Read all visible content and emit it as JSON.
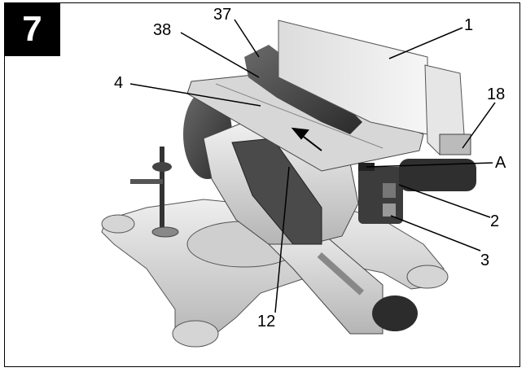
{
  "figure": {
    "number": "7"
  },
  "callouts": {
    "c37": "37",
    "c38": "38",
    "c1": "1",
    "c18": "18",
    "c4": "4",
    "cA": "A",
    "c2": "2",
    "c3": "3",
    "c12": "12"
  }
}
